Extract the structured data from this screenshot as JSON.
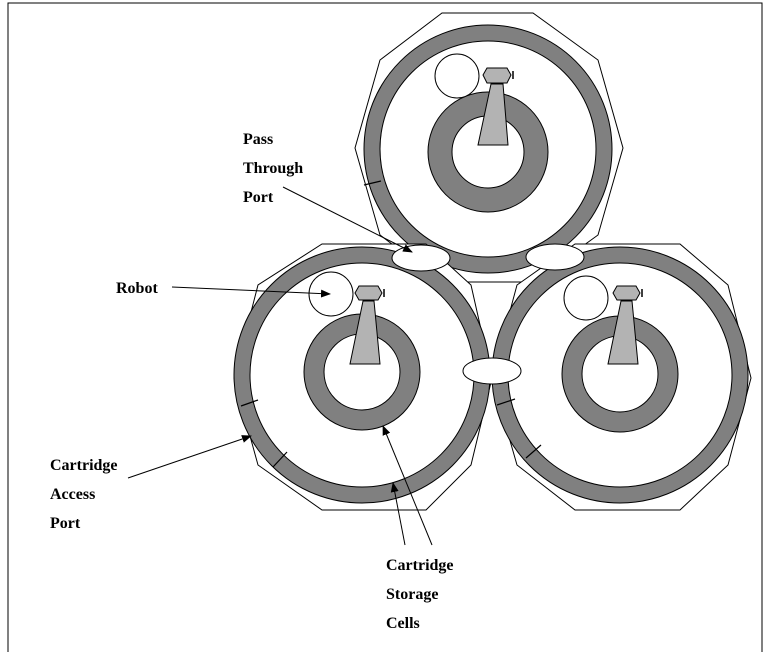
{
  "labels": {
    "pass_through_port": [
      "Pass",
      "Through",
      "Port"
    ],
    "robot": "Robot",
    "cartridge_access_port": [
      "Cartridge",
      "Access",
      "Port"
    ],
    "cartridge_storage_cells": [
      "Cartridge",
      "Storage",
      "Cells"
    ]
  },
  "colors": {
    "ring_fill": "#808080",
    "robot_arm_fill": "#b3b3b3",
    "line": "#000000",
    "background": "#ffffff"
  }
}
